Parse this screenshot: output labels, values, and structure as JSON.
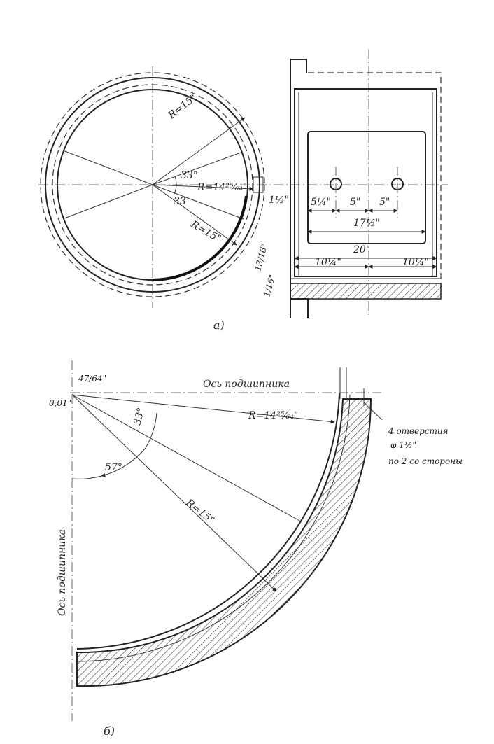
{
  "view_a": {
    "caption": "а)",
    "r_outer": "R=15\"",
    "angle_top": "33°",
    "r_bore": "R=14²⁵⁄₆₄\"",
    "angle_bottom": "33",
    "r_lower": "R=15\"",
    "gap": "1½\"",
    "dim_514": "5¼\"",
    "dim_5a": "5\"",
    "dim_5b": "5\"",
    "dim_1712": "17½\"",
    "dim_20": "20\"",
    "dim_1014a": "10¼\"",
    "dim_1014b": "10¼\"",
    "dim_1316": "13/16\"",
    "dim_116": "1/16\""
  },
  "view_b": {
    "caption": "б)",
    "offset_y": "47/64\"",
    "offset_x": "0,01\"",
    "axis_h": "Ось подшипника",
    "axis_v": "Ось подшипника",
    "r_bore": "R=14²⁵⁄₆₄\"",
    "angle_33": "33°",
    "angle_57": "57°",
    "r_outer": "R=15\"",
    "holes_line1": "4 отверстия",
    "holes_line2": "φ 1½\"",
    "holes_line3": "по 2 со стороны"
  }
}
